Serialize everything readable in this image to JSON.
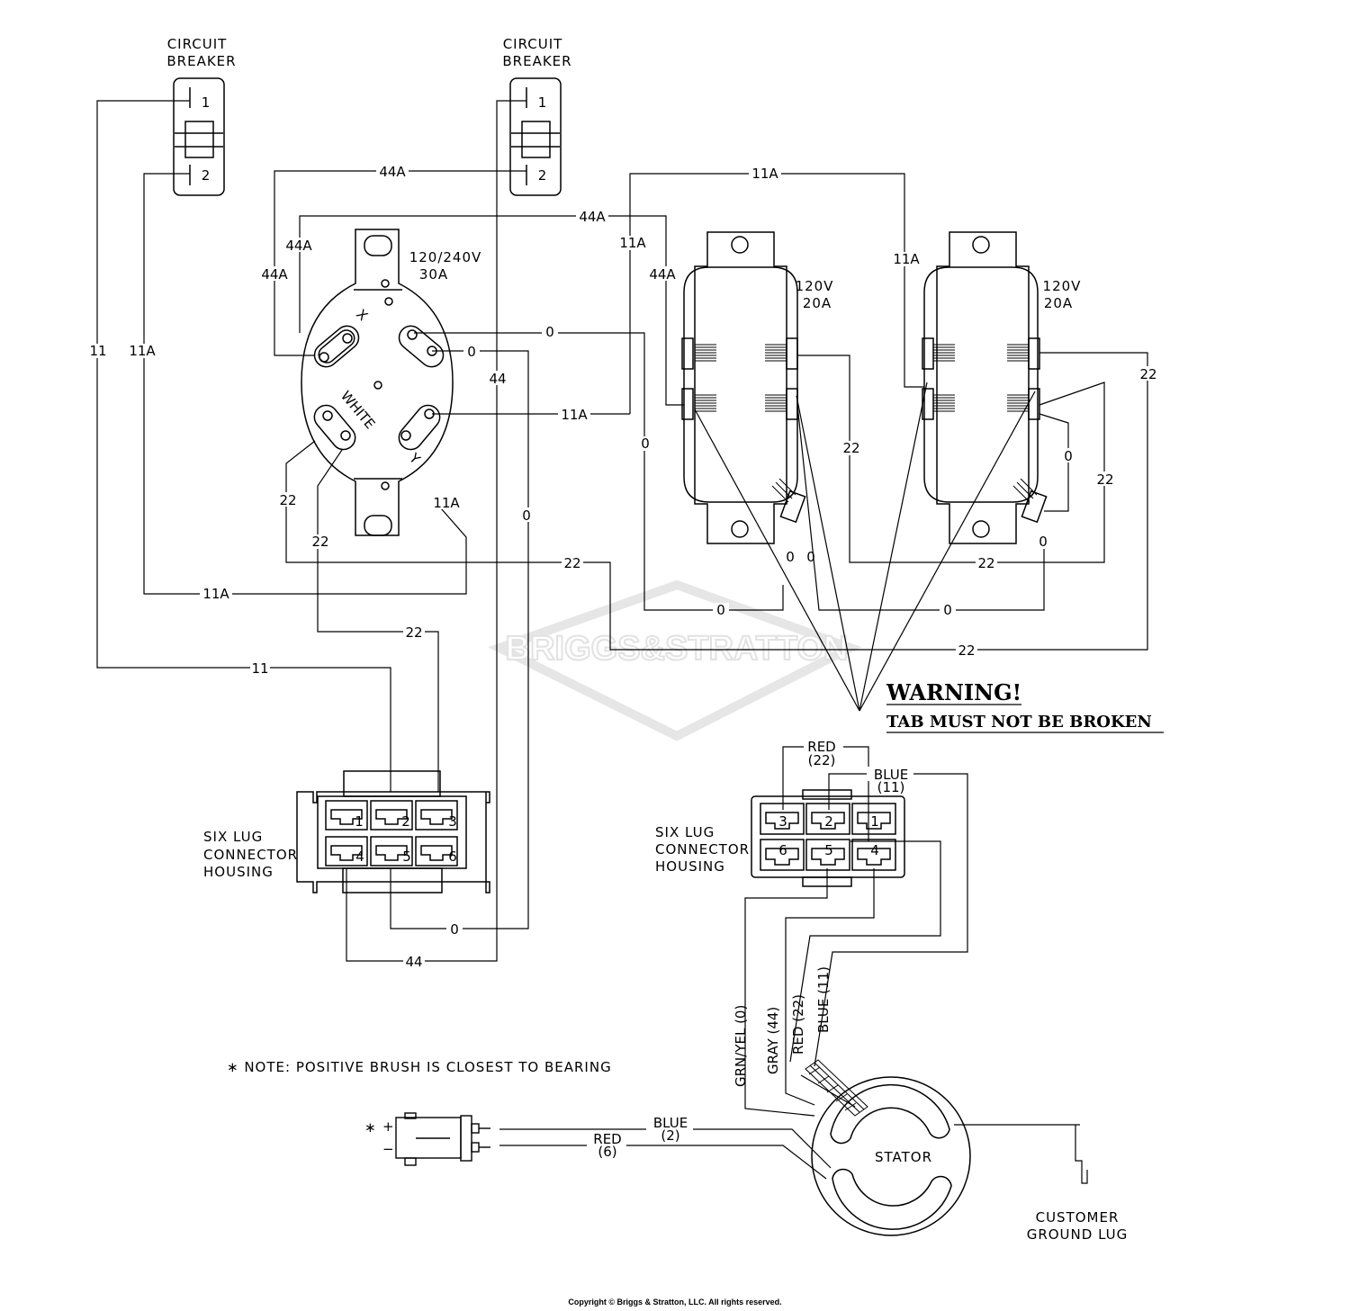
{
  "labels": {
    "cb_left": [
      "CIRCUIT",
      "BREAKER"
    ],
    "cb_right": [
      "CIRCUIT",
      "BREAKER"
    ],
    "cb_pin1": "1",
    "cb_pin2": "2",
    "outlet_30a": [
      "120/240V",
      "30A"
    ],
    "outlet_20a_1": [
      "120V",
      "20A"
    ],
    "outlet_20a_2": [
      "120V",
      "20A"
    ],
    "twistlock_x": "X",
    "twistlock_y": "Y",
    "twistlock_white": "WHITE",
    "six_lug_left": [
      "SIX LUG",
      "CONNECTOR",
      "HOUSING"
    ],
    "six_lug_right": [
      "SIX LUG",
      "CONNECTOR",
      "HOUSING"
    ],
    "connector_pins": [
      "1",
      "2",
      "3",
      "4",
      "5",
      "6"
    ],
    "stator": "STATOR",
    "ground_lug": [
      "CUSTOMER",
      "GROUND LUG"
    ],
    "note": "∗ NOTE: POSITIVE BRUSH IS CLOSEST TO BEARING",
    "brush_star": "∗",
    "brush_plus": "+",
    "brush_minus": "−",
    "warning_title": "WARNING!",
    "warning_text": "TAB MUST NOT BE BROKEN",
    "watermark": "BRIGGS&STRATTON",
    "copyright": "Copyright © Briggs & Stratton, LLC. All rights reserved."
  },
  "wire_labels": {
    "w_44a_top": "44A",
    "w_11a_top": "11A",
    "w_44a_mid": "44A",
    "w_44a_vl": "44A",
    "w_44a_vl2": "44A",
    "w_11a_v1": "11A",
    "w_44a_v3": "44A",
    "w_11a_v4": "11A",
    "w_0_a": "0",
    "w_0_b": "0",
    "w_11_left": "11",
    "w_11a_left": "11A",
    "w_44_v": "44",
    "w_11a_h": "11A",
    "w_0_v1": "0",
    "w_22_a": "22",
    "w_0_v2": "0",
    "w_22_l": "22",
    "w_22_b": "22",
    "w_11a_diag": "11A",
    "w_22_r": "22",
    "w_22_rr": "22",
    "w_0_r1": "0",
    "w_0_r2": "0",
    "w_0_r3": "0",
    "w_0_r4": "0",
    "w_22_c": "22",
    "w_22_d": "22",
    "w_11a_bot": "11A",
    "w_0_e": "0",
    "w_0_f": "0",
    "w_22_g": "22",
    "w_22_h": "22",
    "w_11_bot": "11",
    "w_0_bot": "0",
    "w_44_bot": "44",
    "stator_red": "RED",
    "stator_red_no": "(22)",
    "stator_blue": "BLUE",
    "stator_blue_no": "(11)",
    "lead_grnyel": "GRN/YEL (0)",
    "lead_gray": "GRAY (44)",
    "lead_red": "RED (22)",
    "lead_blue": "BLUE (11)",
    "brush_blue": "BLUE",
    "brush_blue_no": "(2)",
    "brush_red": "RED",
    "brush_red_no": "(6)"
  },
  "colors": {
    "ink": "#000000",
    "background": "#ffffff",
    "watermark": "#e2e2e2"
  }
}
